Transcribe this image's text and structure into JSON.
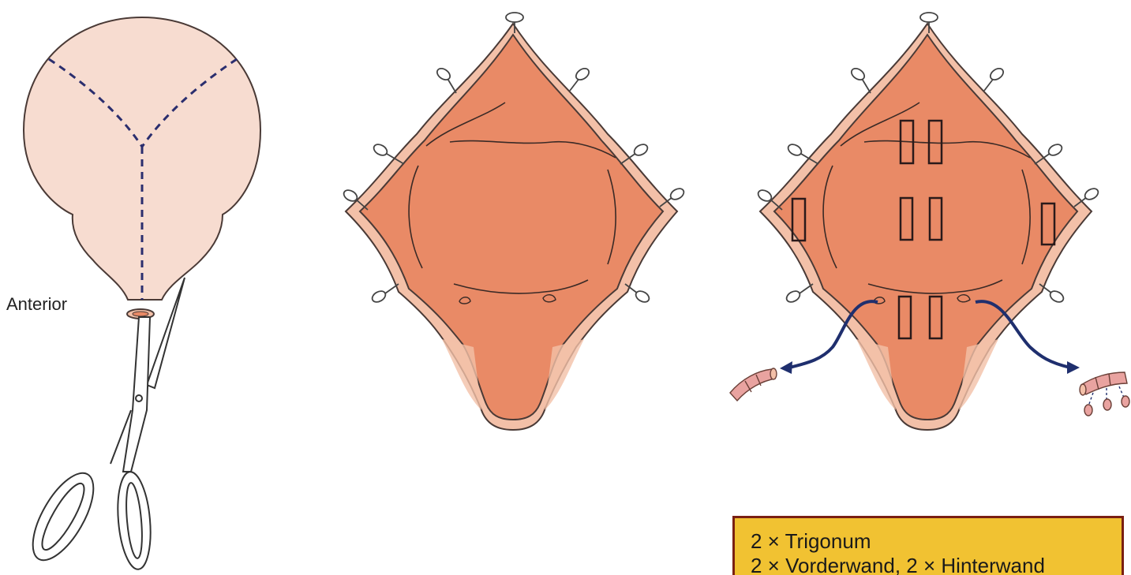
{
  "labels": {
    "anterior": "Anterior"
  },
  "note": {
    "lines": [
      "2 × Trigonum",
      "2 × Vorderwand, 2 × Hinterwand"
    ]
  },
  "colors": {
    "bladder_pale": "#f7dcd0",
    "bladder_outline": "#4a3a36",
    "incision_line": "#2b2e6e",
    "tissue": "#e98a66",
    "tissue_rim": "#f3c0a8",
    "arrow": "#1f2f6e",
    "sample_box": "#2a1a1a",
    "note_bg": "#f1c232",
    "note_border": "#7a1f12"
  },
  "icons": [
    "scissors-icon",
    "pin-icon",
    "curved-arrow-icon",
    "ureter-segment-icon"
  ]
}
